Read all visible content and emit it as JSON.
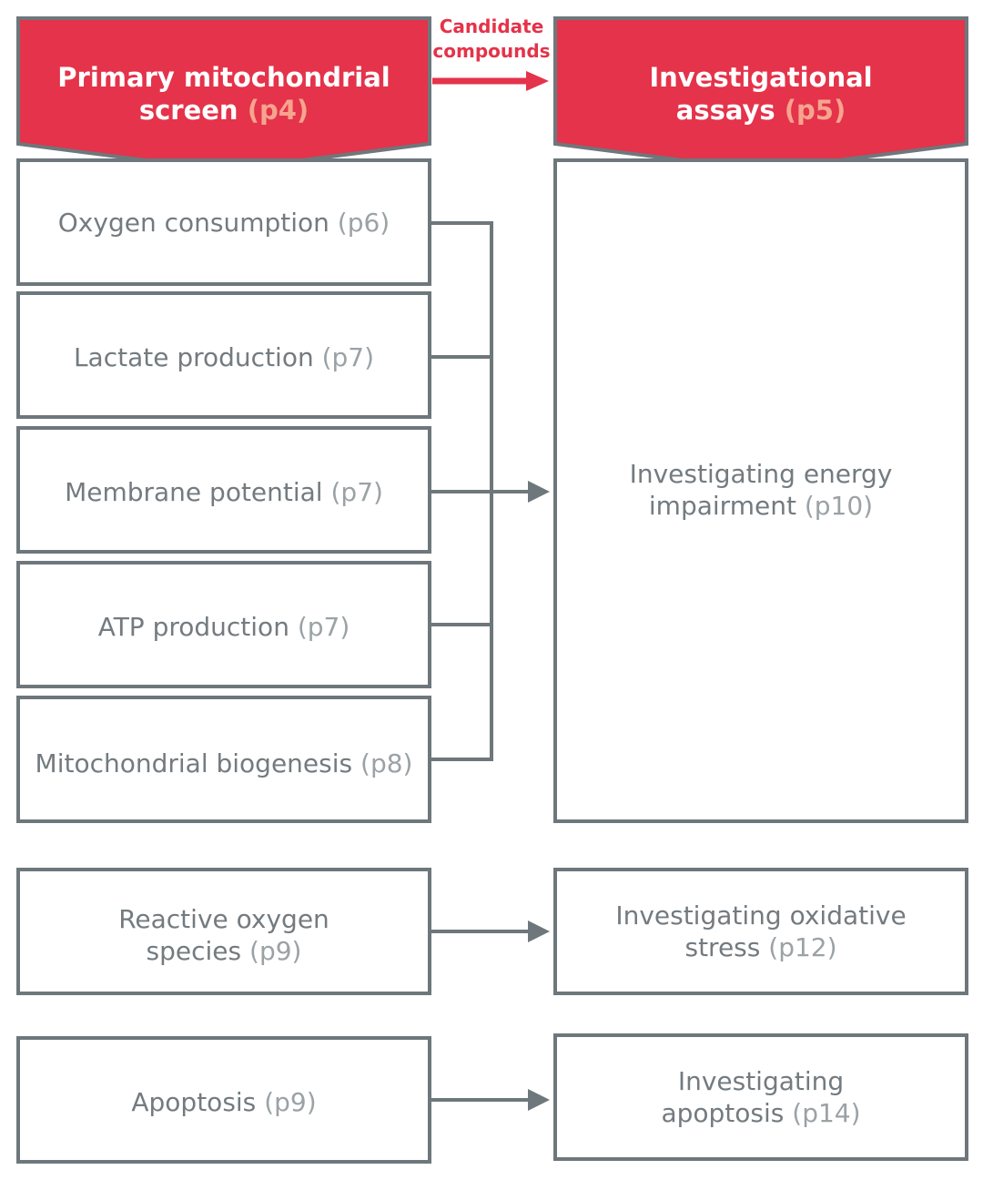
{
  "header_left": {
    "line1": "Primary mitochondrial",
    "line2": "screen",
    "ref": "(p4)"
  },
  "header_right": {
    "line1": "Investigational",
    "line2": "assays",
    "ref": "(p5)"
  },
  "candidate": {
    "line1": "Candidate",
    "line2": "compounds"
  },
  "left_boxes": [
    {
      "text": "Oxygen consumption",
      "ref": "(p6)"
    },
    {
      "text": "Lactate production",
      "ref": "(p7)"
    },
    {
      "text": "Membrane potential",
      "ref": "(p7)"
    },
    {
      "text": "ATP production",
      "ref": "(p7)"
    },
    {
      "text": "Mitochondrial biogenesis",
      "ref": "(p8)"
    }
  ],
  "energy": {
    "line1": "Investigating energy",
    "line2": "impairment",
    "ref": "(p10)"
  },
  "ros": {
    "line1": "Reactive oxygen",
    "line2": "species",
    "ref": "(p9)"
  },
  "oxidative": {
    "line1": "Investigating oxidative",
    "line2": "stress",
    "ref": "(p12)"
  },
  "apoptosis_left": {
    "text": "Apoptosis",
    "ref": "(p9)"
  },
  "apoptosis_right": {
    "line1": "Investigating",
    "line2": "apoptosis",
    "ref": "(p14)"
  },
  "colors": {
    "accent": "#e4334a",
    "border": "#6e777b",
    "text": "#737b80",
    "ref_on_red": "#f6a48f"
  }
}
